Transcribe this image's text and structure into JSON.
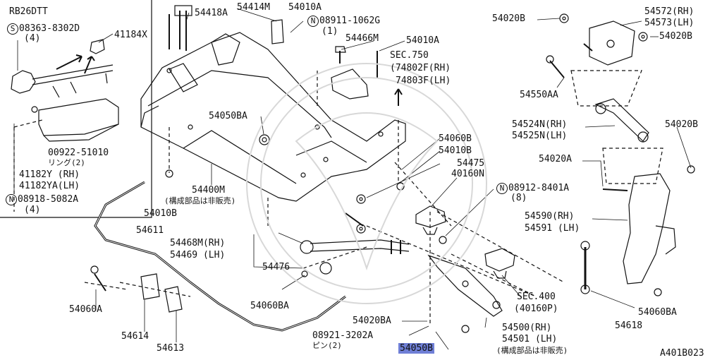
{
  "diagram": {
    "highlight_color": "#6f7fd6",
    "line_color": "#111111",
    "engine": "RB26DTT",
    "figure_code": "A401B023",
    "labels": {
      "p08363": "08363-8302D",
      "p08363_qty": "(4)",
      "p41184x": "41184X",
      "p00922": "00922-51010",
      "ring2": "リング(2)",
      "p41182y": "41182Y (RH)",
      "p41182ya": "41182YA(LH)",
      "p08918": "08918-5082A",
      "p08918_qty": "(4)",
      "p54418a": "54418A",
      "p54414m": "54414M",
      "p54010a_1": "54010A",
      "p08911": "08911-1062G",
      "p08911_qty": "(1)",
      "p54466m": "54466M",
      "p54010a_2": "54010A",
      "sec750": "SEC.750",
      "p74802f": "(74802F(RH)",
      "p74803f": "74803F(LH)",
      "p54050ba_top": "54050BA",
      "p54060b": "54060B",
      "p54010b_r": "54010B",
      "p54475": "54475",
      "p40160n": "40160N",
      "p08912": "08912-8401A",
      "p08912_qty": "(8)",
      "p54400m": "54400M",
      "not_sold_1": "(構成部品は非販売)",
      "p54010b_l": "54010B",
      "p54611": "54611",
      "p54468m": "54468M(RH)",
      "p54469": "54469 (LH)",
      "p54476": "54476",
      "p54060a": "54060A",
      "p54060ba_mid": "54060BA",
      "p54614": "54614",
      "p54613": "54613",
      "p54020ba": "54020BA",
      "p08921": "08921-3202A",
      "pin2": "ピン(2)",
      "p54050b": "54050B",
      "p54500": "54500(RH)",
      "p54501": "54501 (LH)",
      "not_sold_2": "(構成部品は非販売)",
      "sec400": "SEC.400",
      "p40160p": "(40160P)",
      "p54020b_top": "54020B",
      "p54572": "54572(RH)",
      "p54573": "54573(LH)",
      "p54020b_r1": "54020B",
      "p54550aa": "54550AA",
      "p54524n": "54524N(RH)",
      "p54525n": "54525N(LH)",
      "p54020b_r2": "54020B",
      "p54020a": "54020A",
      "p54590": "54590(RH)",
      "p54591": "54591 (LH)",
      "p54060ba_r": "54060BA",
      "p54618": "54618"
    },
    "symbols": {
      "s": "S",
      "n": "N"
    }
  }
}
